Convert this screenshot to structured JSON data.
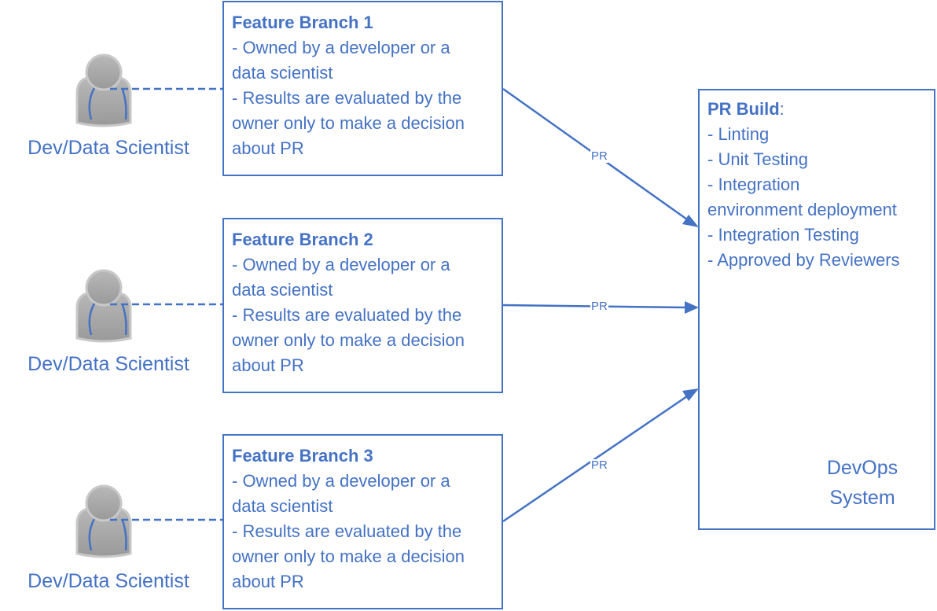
{
  "people": [
    {
      "label": "Dev/Data Scientist"
    },
    {
      "label": "Dev/Data Scientist"
    },
    {
      "label": "Dev/Data Scientist"
    }
  ],
  "branches": [
    {
      "title": "Feature Branch 1",
      "line1": "- Owned by a developer or a",
      "line2": "data scientist",
      "line3": "- Results are evaluated by the",
      "line4": "owner only to make a decision",
      "line5": "about PR"
    },
    {
      "title": "Feature Branch 2",
      "line1": "- Owned by a developer or a",
      "line2": "data scientist",
      "line3": "- Results are evaluated by the",
      "line4": "owner only to make a decision",
      "line5": "about PR"
    },
    {
      "title": "Feature Branch 3",
      "line1": "- Owned by a developer or a",
      "line2": "data scientist",
      "line3": "- Results are evaluated by the",
      "line4": "owner only to make a decision",
      "line5": "about PR"
    }
  ],
  "arrows": [
    {
      "label": "PR"
    },
    {
      "label": "PR"
    },
    {
      "label": "PR"
    }
  ],
  "pr_build": {
    "title": "PR Build",
    "colon": ":",
    "items": [
      "- Linting",
      "- Unit Testing",
      "- Integration",
      "environment deployment",
      "- Integration Testing",
      "- Approved by Reviewers"
    ]
  },
  "devops": {
    "line1": "DevOps",
    "line2": "System"
  },
  "colors": {
    "accent": "#4472c4",
    "person_gray": "#a6a6a6",
    "person_outline": "#c8c8c8"
  }
}
